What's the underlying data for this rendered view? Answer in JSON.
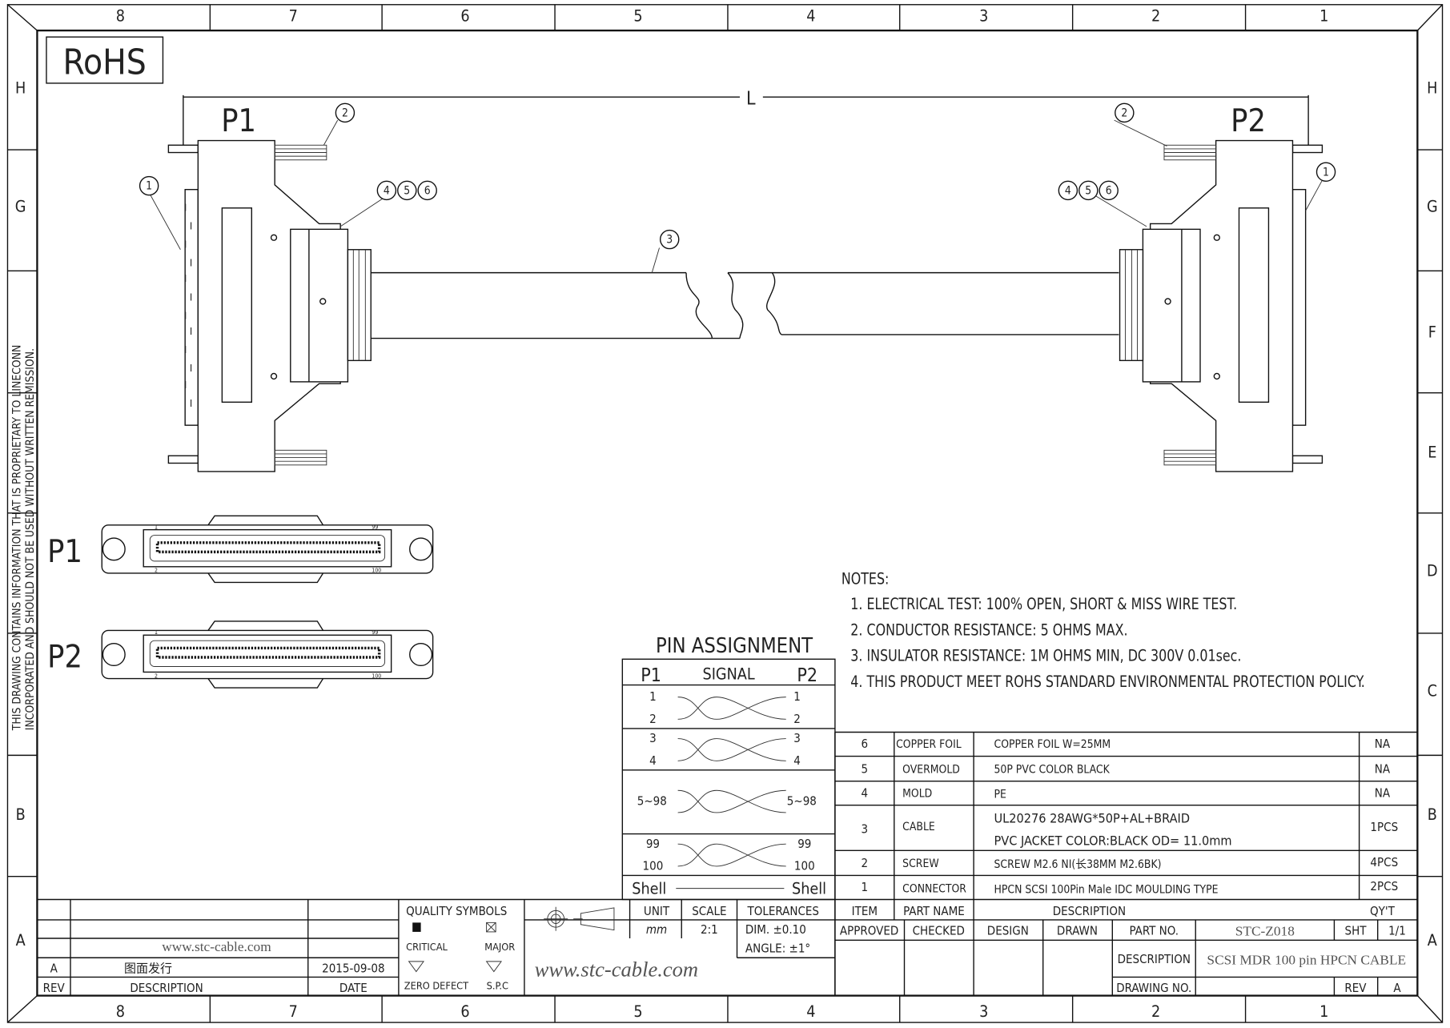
{
  "zones": {
    "columns": [
      "8",
      "7",
      "6",
      "5",
      "4",
      "3",
      "2",
      "1"
    ],
    "rows": [
      "H",
      "G",
      "F",
      "E",
      "D",
      "C",
      "B",
      "A"
    ]
  },
  "rohs_label": "RoHS",
  "side_notice": [
    "THIS DRAWING CONTAINS INFORMATION THAT IS PROPRIETARY TO LINECONN",
    "INCORPORATED AND SHOULD NOT BE USED WITHOUT WRITTEN REMISSION."
  ],
  "drawing": {
    "length_label": "L",
    "p1_label": "P1",
    "p2_label": "P2",
    "balloons": [
      "1",
      "2",
      "3",
      "4",
      "5",
      "6"
    ],
    "face_p1_label": "P1",
    "face_p2_label": "P2",
    "face_pins": {
      "top_left": "1",
      "top_right": "99",
      "bottom_left": "2",
      "bottom_right": "100"
    }
  },
  "notes": {
    "title": "NOTES:",
    "items": [
      "1. ELECTRICAL TEST: 100%  OPEN, SHORT & MISS WIRE TEST.",
      "2. CONDUCTOR RESISTANCE: 5 OHMS MAX.",
      "3. INSULATOR RESISTANCE: 1M OHMS MIN, DC 300V 0.01sec.",
      "4. THIS PRODUCT MEET ROHS STANDARD ENVIRONMENTAL PROTECTION POLICY."
    ]
  },
  "pin_assignment": {
    "title": "PIN  ASSIGNMENT",
    "headers": {
      "p1": "P1",
      "signal": "SIGNAL",
      "p2": "P2"
    },
    "rows": [
      {
        "p1": [
          "1",
          "2"
        ],
        "p2": [
          "1",
          "2"
        ]
      },
      {
        "p1": [
          "3",
          "4"
        ],
        "p2": [
          "3",
          "4"
        ]
      },
      {
        "p1": [
          "5~98"
        ],
        "p2": [
          "5~98"
        ]
      },
      {
        "p1": [
          "99",
          "100"
        ],
        "p2": [
          "99",
          "100"
        ]
      }
    ],
    "shell": {
      "p1": "Shell",
      "p2": "Shell"
    }
  },
  "bom": {
    "headers": {
      "item": "ITEM",
      "part_name": "PART NAME",
      "description": "DESCRIPTION",
      "qty": "QY'T"
    },
    "rows": [
      {
        "item": "6",
        "part_name": "COPPER FOIL",
        "description": [
          "COPPER FOIL W=25MM"
        ],
        "qty": "NA"
      },
      {
        "item": "5",
        "part_name": "OVERMOLD",
        "description": [
          "50P PVC COLOR BLACK"
        ],
        "qty": "NA"
      },
      {
        "item": "4",
        "part_name": "MOLD",
        "description": [
          "PE"
        ],
        "qty": "NA"
      },
      {
        "item": "3",
        "part_name": "CABLE",
        "description": [
          "UL20276  28AWG*50P+AL+BRAID",
          "PVC  JACKET  COLOR:BLACK  OD=  11.0mm"
        ],
        "qty": "1PCS"
      },
      {
        "item": "2",
        "part_name": "SCREW",
        "description": [
          "SCREW M2.6 NI(长38MM M2.6BK)"
        ],
        "qty": "4PCS"
      },
      {
        "item": "1",
        "part_name": "CONNECTOR",
        "description": [
          "HPCN SCSI 100Pin Male IDC MOULDING TYPE"
        ],
        "qty": "2PCS"
      }
    ]
  },
  "title_block": {
    "approved": "APPROVED",
    "checked": "CHECKED",
    "design": "DESIGN",
    "drawn": "DRAWN",
    "part_no_label": "PART NO.",
    "part_no": "STC-Z018",
    "sht_label": "SHT",
    "sht": "1/1",
    "description_label": "DESCRIPTION",
    "description": "SCSI MDR 100 pin HPCN CABLE",
    "drawing_no_label": "DRAWING NO.",
    "rev_label": "REV",
    "rev": "A"
  },
  "revision_block": {
    "website": "www.stc-cable.com",
    "rev": "A",
    "description": "图面发行",
    "date": "2015-09-08",
    "headers": {
      "rev": "REV",
      "description": "DESCRIPTION",
      "date": "DATE"
    }
  },
  "quality_symbols": {
    "title": "QUALITY  SYMBOLS",
    "critical": "CRITICAL",
    "major": "MAJOR",
    "zero_defect": "ZERO  DEFECT",
    "spc": "S.P.C"
  },
  "units": {
    "unit_label": "UNIT",
    "unit": "mm",
    "scale_label": "SCALE",
    "scale": "2:1",
    "tolerances_label": "TOLERANCES",
    "dim": "DIM.  ±0.10",
    "angle": "ANGLE:  ±1°"
  },
  "website_large": "www.stc-cable.com"
}
